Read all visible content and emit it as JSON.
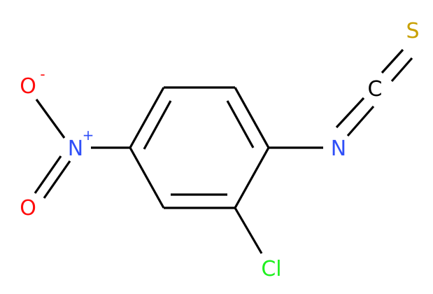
{
  "molecule": {
    "atoms": [
      {
        "id": "O_top",
        "symbol": "O",
        "charge": "-",
        "color": "#ff0d0d"
      },
      {
        "id": "N_nitro",
        "symbol": "N",
        "charge": "+",
        "color": "#3050f8"
      },
      {
        "id": "O_bottom",
        "symbol": "O",
        "color": "#ff0d0d"
      },
      {
        "id": "N_iso",
        "symbol": "N",
        "color": "#3050f8"
      },
      {
        "id": "C_iso",
        "symbol": "C",
        "color": "#000000"
      },
      {
        "id": "S",
        "symbol": "S",
        "color": "#c8a000"
      },
      {
        "id": "Cl",
        "symbol": "Cl",
        "color": "#1ff01f"
      }
    ],
    "bond_color": "#000000"
  }
}
